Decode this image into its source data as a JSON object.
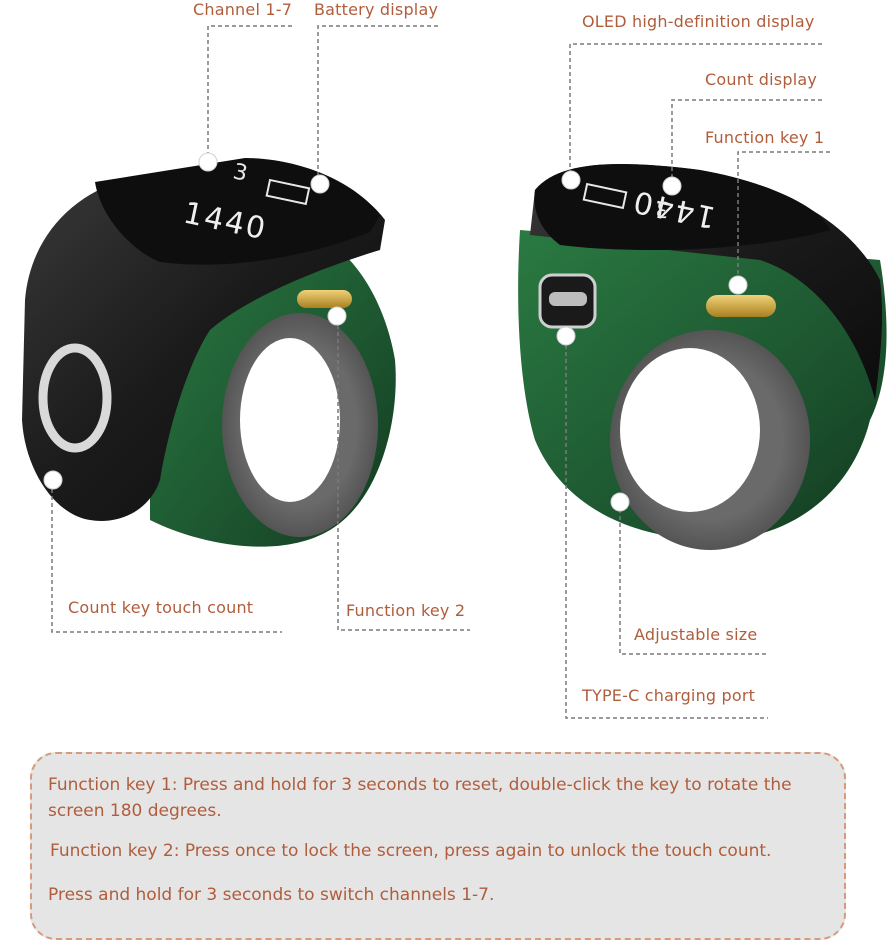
{
  "callouts": {
    "channel": "Channel 1-7",
    "battery": "Battery display",
    "oled": "OLED high-definition display",
    "count_display": "Count display",
    "function_key_1": "Function key 1",
    "count_key": "Count key touch count",
    "function_key_2": "Function key 2",
    "adjustable_size": "Adjustable size",
    "type_c": "TYPE-C charging port"
  },
  "screen": {
    "channel_value": "3",
    "count_value": "1440"
  },
  "info": {
    "line1": "Function key 1: Press and hold for 3 seconds to reset, double-click the key to rotate the screen 180 degrees.",
    "line2": "Function key 2: Press once to lock the screen, press again to unlock the touch count.",
    "line3": "Press and hold for 3 seconds to switch channels 1-7."
  },
  "colors": {
    "label": "#b05d3c",
    "ring_green": "#1f5a2f",
    "ring_black": "#161616",
    "ring_inner": "#5c5c5c",
    "key_gold": "#c9a030"
  }
}
